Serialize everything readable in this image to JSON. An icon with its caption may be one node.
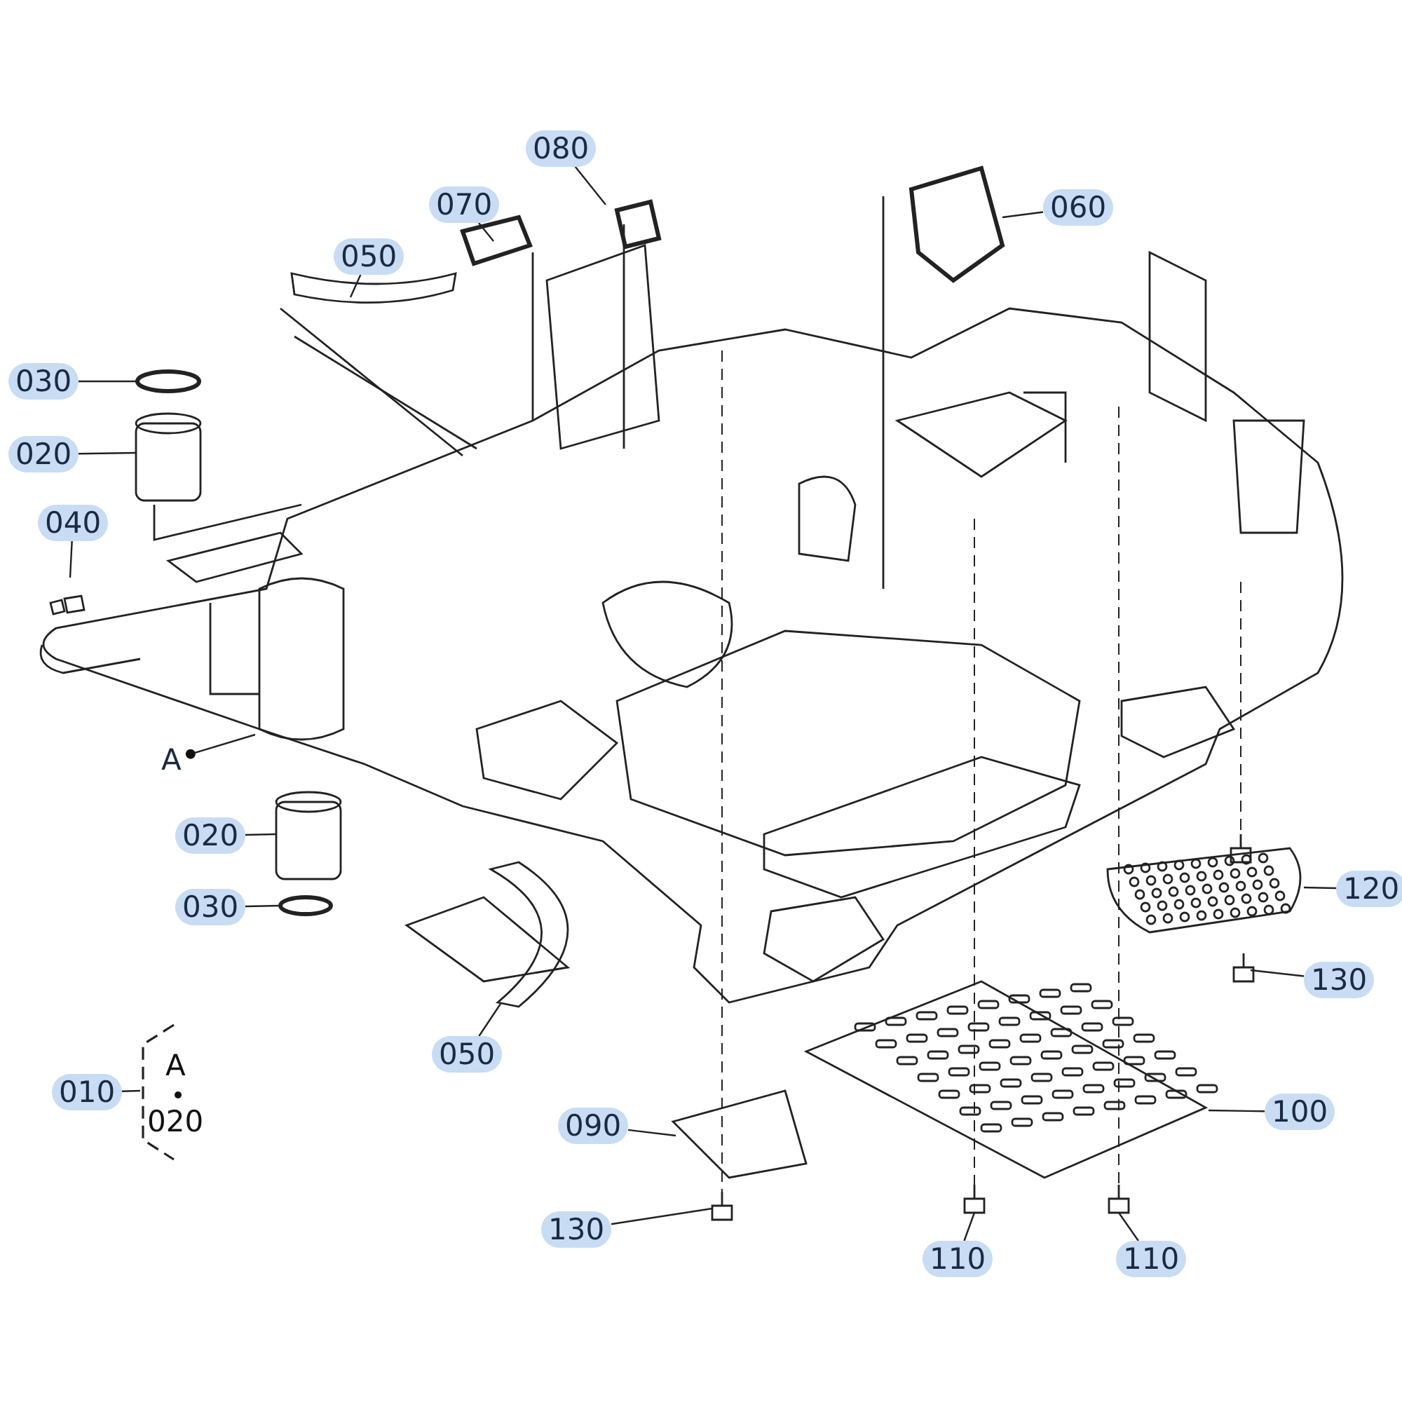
{
  "diagram": {
    "nodes": [
      {
        "text": [
          "080"
        ]
      },
      {
        "text": [
          "070"
        ]
      },
      {
        "text": [
          "060"
        ]
      },
      {
        "text": [
          "050"
        ]
      },
      {
        "text": [
          "030"
        ]
      },
      {
        "text": [
          "020"
        ]
      },
      {
        "text": [
          "040"
        ]
      },
      {
        "text": [
          "A"
        ]
      },
      {
        "text": [
          "020"
        ]
      },
      {
        "text": [
          "030"
        ]
      },
      {
        "text": [
          "050"
        ]
      },
      {
        "text": [
          "010"
        ]
      },
      {
        "text": [
          "090"
        ]
      },
      {
        "text": [
          "100"
        ]
      },
      {
        "text": [
          "120"
        ]
      },
      {
        "text": [
          "130"
        ]
      },
      {
        "text": [
          "130"
        ]
      },
      {
        "text": [
          "110"
        ]
      },
      {
        "text": [
          "110"
        ]
      }
    ],
    "edges": [
      {
        "from": 0,
        "to": null,
        "arrow": "none"
      },
      {
        "from": 1,
        "to": null,
        "arrow": "none"
      },
      {
        "from": 2,
        "to": null,
        "arrow": "none"
      },
      {
        "from": 3,
        "to": null,
        "arrow": "none"
      },
      {
        "from": 4,
        "to": null,
        "arrow": "none"
      },
      {
        "from": 5,
        "to": null,
        "arrow": "none"
      },
      {
        "from": 6,
        "to": null,
        "arrow": "none"
      },
      {
        "from": 7,
        "to": null,
        "arrow": "other"
      },
      {
        "from": 8,
        "to": null,
        "arrow": "none"
      },
      {
        "from": 9,
        "to": null,
        "arrow": "none"
      },
      {
        "from": 10,
        "to": null,
        "arrow": "none"
      },
      {
        "from": 11,
        "to": null,
        "arrow": "none"
      },
      {
        "from": 12,
        "to": null,
        "arrow": "none"
      },
      {
        "from": 13,
        "to": null,
        "arrow": "none"
      },
      {
        "from": 14,
        "to": null,
        "arrow": "none"
      },
      {
        "from": 15,
        "to": null,
        "arrow": "none"
      },
      {
        "from": 16,
        "to": null,
        "arrow": "none"
      },
      {
        "from": 17,
        "to": null,
        "arrow": "none"
      },
      {
        "from": 18,
        "to": null,
        "arrow": "none"
      }
    ],
    "labels": [
      "A",
      "020"
    ]
  }
}
